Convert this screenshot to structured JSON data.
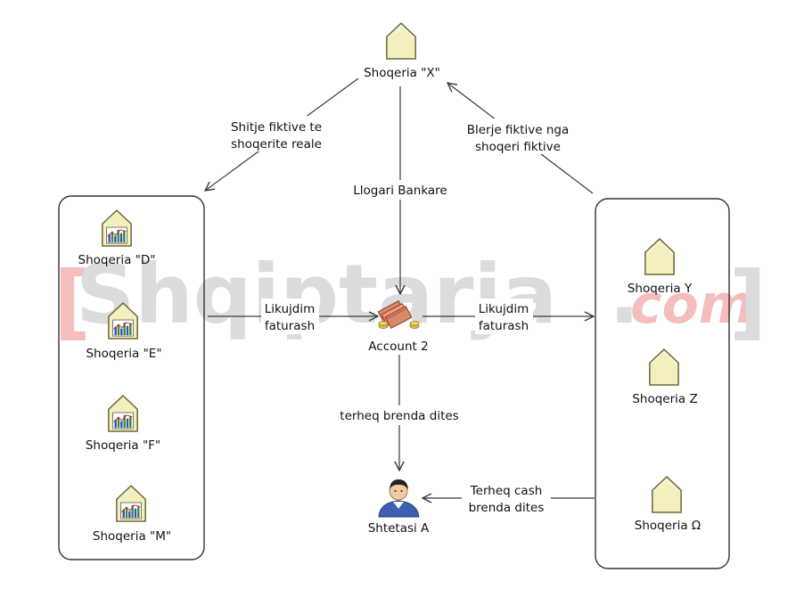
{
  "colors": {
    "house_fill": "#f4efbf",
    "house_stroke": "#6d6a3a",
    "line": "#3a3a3a",
    "watermark_gray": "#d9d9d9",
    "watermark_pink": "#f4b8b8",
    "bar_green": "#3a8a3a",
    "bar_blue": "#3b4fb0"
  },
  "watermark": {
    "left_bracket": "[",
    "word": "Shqiptarja",
    "dot": ".",
    "com": "com",
    "right_bracket": "]"
  },
  "nodes": {
    "shoqeria_x": {
      "label": "Shoqeria \"X\"",
      "icon": "house-icon"
    },
    "account": {
      "label": "Account 2",
      "icon": "money-icon"
    },
    "shtetasi": {
      "label": "Shtetasi A",
      "icon": "person-icon"
    },
    "left_group": [
      {
        "label": "Shoqeria \"D\"",
        "icon": "house-chart-icon"
      },
      {
        "label": "Shoqeria \"E\"",
        "icon": "house-chart-icon"
      },
      {
        "label": "Shoqeria \"F\"",
        "icon": "house-chart-icon"
      },
      {
        "label": "Shoqeria \"M\"",
        "icon": "house-chart-icon"
      }
    ],
    "right_group": [
      {
        "label": "Shoqeria Y",
        "icon": "house-icon"
      },
      {
        "label": "Shoqeria Z",
        "icon": "house-icon"
      },
      {
        "label": "Shoqeria Ω",
        "icon": "house-icon"
      }
    ]
  },
  "edges": {
    "x_to_left": [
      "Shitje fiktive te",
      "shoqerite reale"
    ],
    "right_to_x": [
      "Blerje fiktive nga",
      "shoqeri fiktive"
    ],
    "x_to_account": [
      "Llogari Bankare"
    ],
    "left_to_account": [
      "Likujdim",
      "faturash"
    ],
    "account_to_right": [
      "Likujdim",
      "faturash"
    ],
    "account_to_shtetasi": [
      "terheq brenda dites"
    ],
    "right_to_shtetasi": [
      "Terheq cash",
      "brenda dites"
    ]
  }
}
